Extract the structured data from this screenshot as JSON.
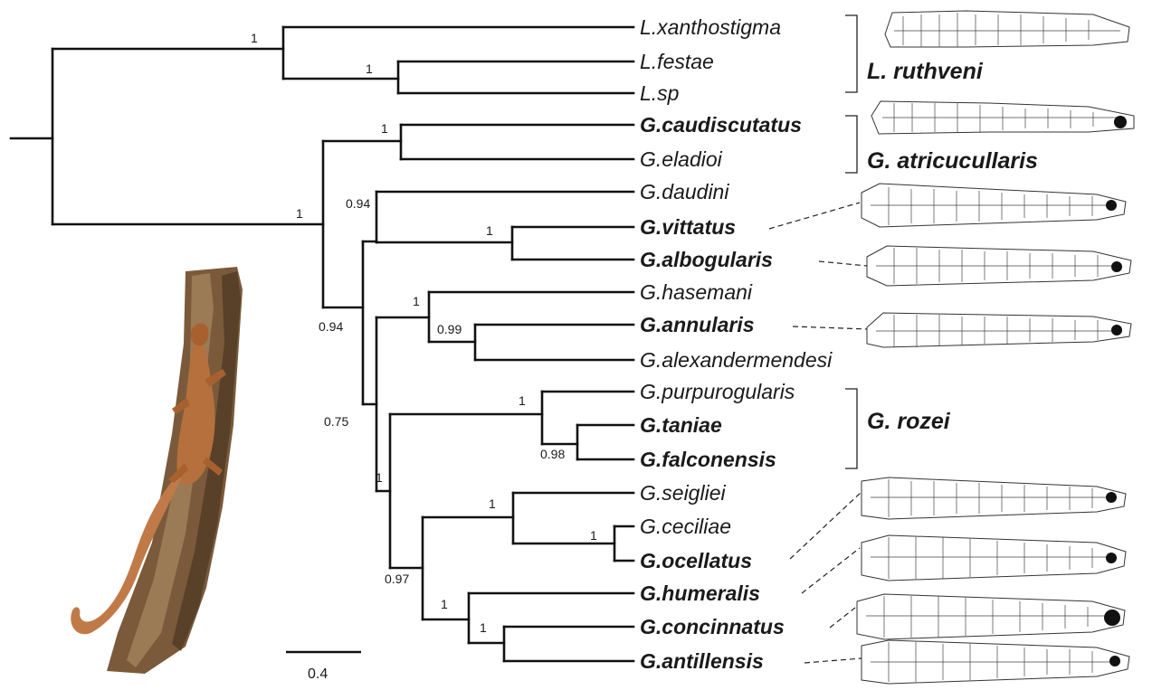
{
  "tips": [
    {
      "label": "L.xanthostigma",
      "bold": false
    },
    {
      "label": "L.festae",
      "bold": false
    },
    {
      "label": "L.sp",
      "bold": false
    },
    {
      "label": "G.caudiscutatus",
      "bold": true
    },
    {
      "label": "G.eladioi",
      "bold": false
    },
    {
      "label": "G.daudini",
      "bold": false
    },
    {
      "label": "G.vittatus",
      "bold": true
    },
    {
      "label": "G.albogularis",
      "bold": true
    },
    {
      "label": "G.hasemani",
      "bold": false
    },
    {
      "label": "G.annularis",
      "bold": true
    },
    {
      "label": "G.alexandermendesi",
      "bold": false
    },
    {
      "label": "G.purpurogularis",
      "bold": false
    },
    {
      "label": "G.taniae",
      "bold": true
    },
    {
      "label": "G.falconensis",
      "bold": true
    },
    {
      "label": "G.seigliei",
      "bold": false
    },
    {
      "label": "G.ceciliae",
      "bold": false
    },
    {
      "label": "G.ocellatus",
      "bold": true
    },
    {
      "label": "G.humeralis",
      "bold": true
    },
    {
      "label": "G.concinnatus",
      "bold": true
    },
    {
      "label": "G.antillensis",
      "bold": true
    }
  ],
  "support_values": [
    "1",
    "1",
    "1",
    "1",
    "0.94",
    "1",
    "0.94",
    "1",
    "0.99",
    "0.75",
    "1",
    "1",
    "0.98",
    "1",
    "1",
    "0.97",
    "1",
    "1"
  ],
  "groups": [
    "L. ruthveni",
    "G. atricucullaris",
    "G. rozei"
  ],
  "scale_bar": {
    "label": "0.4"
  },
  "photo": {
    "subject": "gecko-on-branch"
  }
}
